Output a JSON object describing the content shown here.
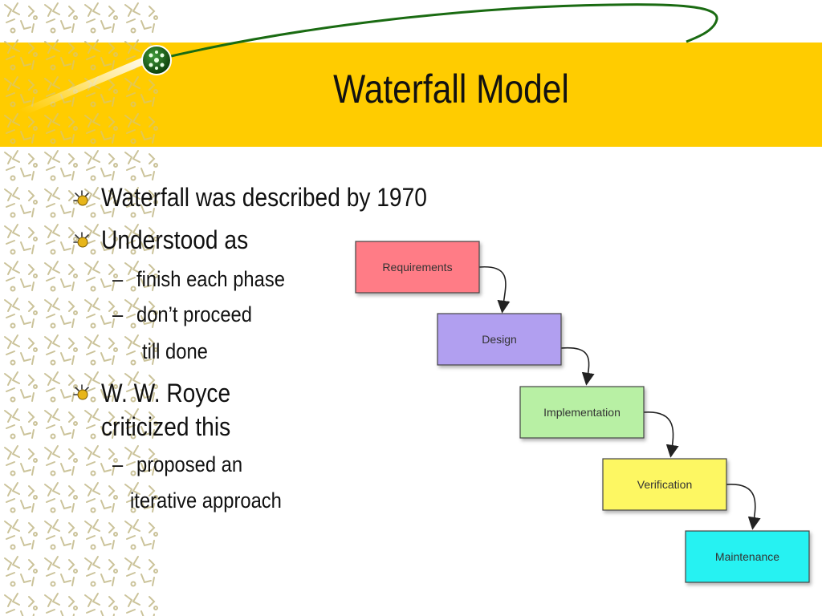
{
  "slide": {
    "title": "Waterfall Model",
    "bullets": {
      "b1": "Waterfall was described by 1970",
      "b2": "Understood as",
      "b2_sub1": "finish each phase",
      "b2_sub2_l1": "don’t proceed",
      "b2_sub2_l2": "till done",
      "b3_l1": "W. W. Royce",
      "b3_l2": "criticized this",
      "b3_sub1_l1": "proposed an",
      "b3_sub1_l2": "iterative approach",
      "dash": "–"
    }
  },
  "diagram": {
    "steps": [
      {
        "label": "Requirements",
        "color": "#ff7b86"
      },
      {
        "label": "Design",
        "color": "#b19ff0"
      },
      {
        "label": "Implementation",
        "color": "#b8f0a4"
      },
      {
        "label": "Verification",
        "color": "#fdf762"
      },
      {
        "label": "Maintenance",
        "color": "#27f2f2"
      }
    ]
  },
  "theme": {
    "header_color": "#ffcc00",
    "arc_color": "#1a6b12",
    "side_pattern_color": "#cbc39a",
    "bullet_icon": "gold-star-bullet-icon",
    "logo_icon": "green-orb-icon"
  }
}
